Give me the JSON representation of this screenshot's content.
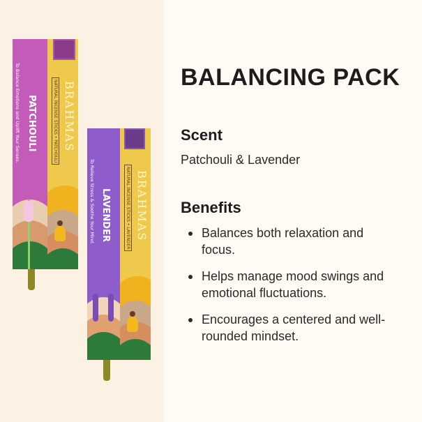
{
  "title": "BALANCING PACK",
  "scent": {
    "heading": "Scent",
    "value": "Patchouli & Lavender"
  },
  "benefits": {
    "heading": "Benefits",
    "items": [
      "Balances both relaxation and focus.",
      "Helps manage mood swings and emotional fluctuations.",
      "Encourages a centered and well-rounded mindset."
    ]
  },
  "products": [
    {
      "name": "PATCHOULI",
      "tagline": "To Balance Emotions and Uplift Your Senses.",
      "label": "NATURAL INCENSE STICKS • PATCHOULI",
      "brand": "BRAHMAS",
      "color": "#c25cb8"
    },
    {
      "name": "LAVENDER",
      "tagline": "To Relieve Stress & Soothe Your Mind.",
      "label": "NATURAL INCENSE STICKS • LAVENDER",
      "brand": "BRAHMAS",
      "color": "#8f5ccc"
    }
  ]
}
